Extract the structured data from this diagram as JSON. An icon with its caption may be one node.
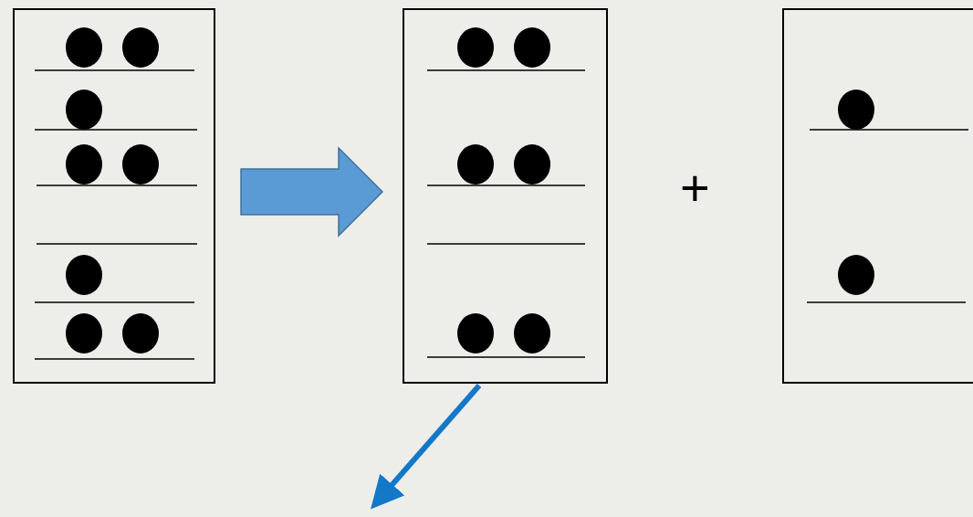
{
  "diagram": {
    "nodes": [
      {
        "text": [],
        "shape": "box"
      },
      {
        "text": [],
        "shape": "box"
      },
      {
        "text": [],
        "shape": "box"
      }
    ],
    "edges": [
      {
        "from": 0,
        "to": 1,
        "arrow": "to",
        "style": "thick",
        "color": "#5b9bd5"
      },
      {
        "from": 1,
        "to": null,
        "arrow": "to",
        "color": "#1478c8"
      }
    ],
    "labels": [
      "+"
    ]
  }
}
